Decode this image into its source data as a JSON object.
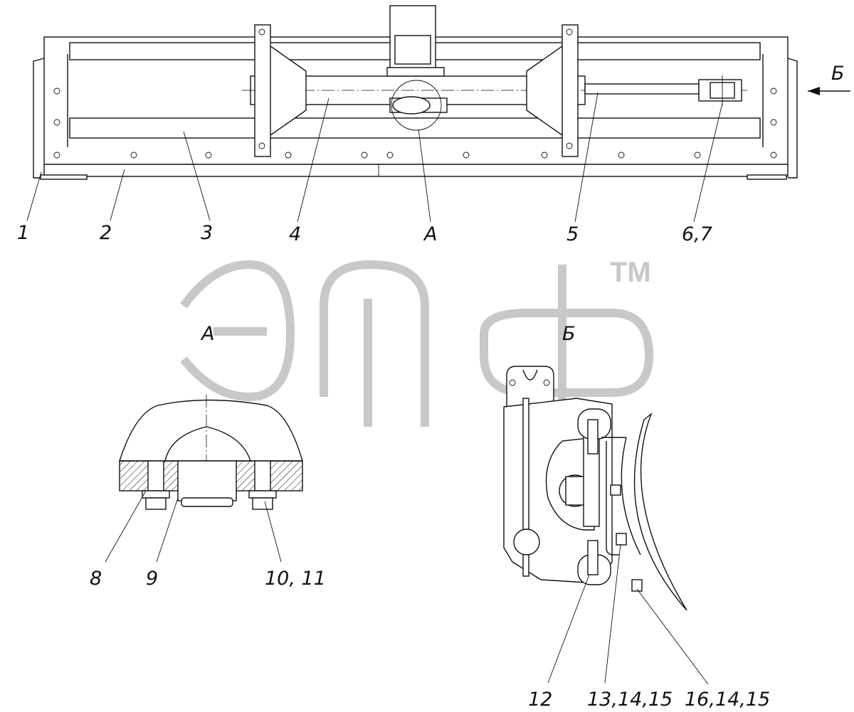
{
  "watermark": {
    "tm": "TM"
  },
  "top_view": {
    "direction_arrow": "Б",
    "callouts": [
      {
        "id": "c1",
        "text": "1"
      },
      {
        "id": "c2",
        "text": "2"
      },
      {
        "id": "c3",
        "text": "3"
      },
      {
        "id": "c4",
        "text": "4"
      },
      {
        "id": "cA",
        "text": "А"
      },
      {
        "id": "c5",
        "text": "5"
      },
      {
        "id": "c67",
        "text": "6,7"
      }
    ]
  },
  "detail_a": {
    "title": "А",
    "callouts": [
      {
        "id": "c8",
        "text": "8"
      },
      {
        "id": "c9",
        "text": "9"
      },
      {
        "id": "c1011",
        "text": "10, 11"
      }
    ]
  },
  "view_b": {
    "title": "Б",
    "callouts": [
      {
        "id": "c12",
        "text": "12"
      },
      {
        "id": "c131415",
        "text": "13,14,15"
      },
      {
        "id": "c161415",
        "text": "16,14,15"
      }
    ]
  }
}
